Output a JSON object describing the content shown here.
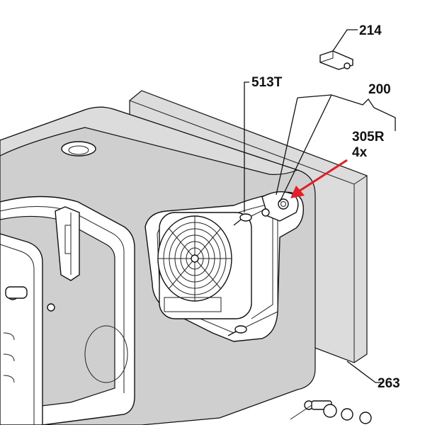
{
  "diagram": {
    "callouts": [
      {
        "id": "214",
        "text": "214"
      },
      {
        "id": "513T",
        "text": "513T"
      },
      {
        "id": "200",
        "text": "200"
      },
      {
        "id": "305R",
        "text": "305R"
      },
      {
        "id": "305R-qty",
        "text": "4x"
      },
      {
        "id": "263",
        "text": "263"
      }
    ],
    "highlight_color": "#e31e24",
    "line_color": "#111111",
    "panel_fill": "#d9d9d9"
  }
}
